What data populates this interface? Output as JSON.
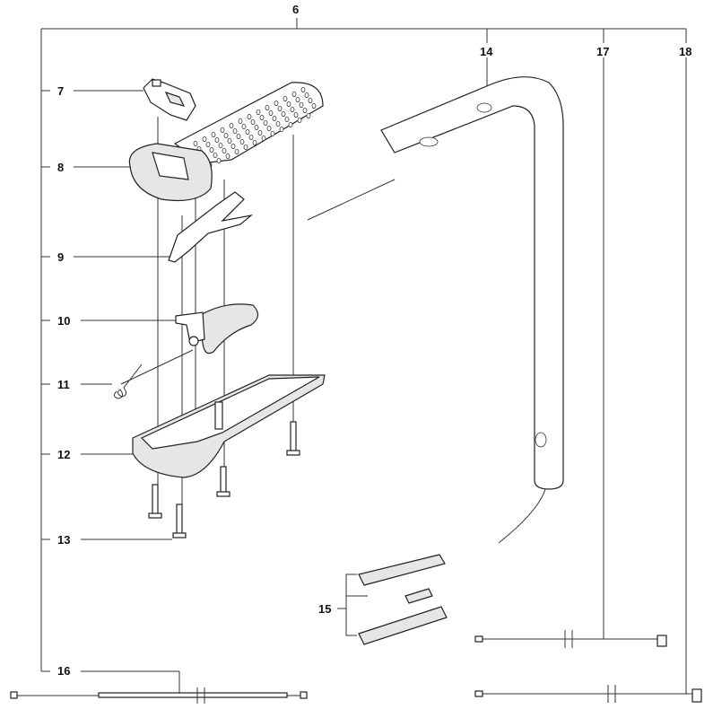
{
  "diagram": {
    "callouts": {
      "c6": "6",
      "c7": "7",
      "c8": "8",
      "c9": "9",
      "c10": "10",
      "c11": "11",
      "c12": "12",
      "c13": "13",
      "c14": "14",
      "c15": "15",
      "c16": "16",
      "c17": "17",
      "c18": "18"
    },
    "colors": {
      "line": "#333333",
      "part_fill": "#e6e6e6",
      "background": "#ffffff"
    }
  }
}
